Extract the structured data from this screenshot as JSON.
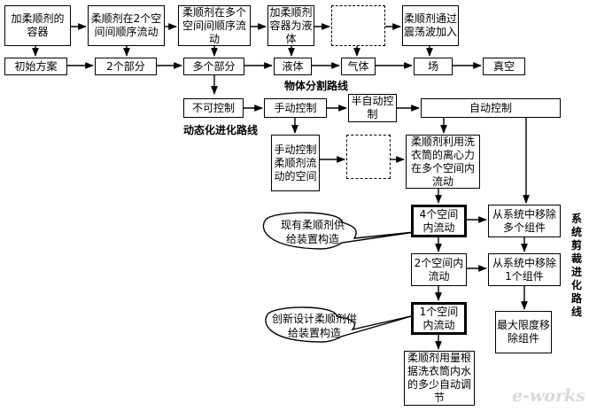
{
  "row1": [
    "加柔顺剂的容器",
    "柔顺剂在2个空间间顺序流动",
    "柔顺剂在多个空间间顺序流动",
    "加柔顺剂容器为液体",
    "",
    "柔顺剂通过震荡波加入"
  ],
  "row2": [
    "初始方案",
    "2个部分",
    "多个部分",
    "液体",
    "气体",
    "场",
    "真空"
  ],
  "label_split": "物体分割路线",
  "row3": [
    "不可控制",
    "手动控制",
    "半自动控制",
    "自动控制"
  ],
  "label_dynamic": "动态化进化路线",
  "mid": {
    "manual": "手动控制柔顺剂流动的空间",
    "dashed": "",
    "centrifugal": "柔顺剂利用洗衣筒的离心力在多个空间内流动"
  },
  "chain": [
    "4个空间内流动",
    "2个空间内流动",
    "1个空间内流动",
    "柔顺剂用量根据洗衣筒内水的多少自动调节"
  ],
  "trim": [
    "从系统中移除多个组件",
    "从系统中移除1个组件",
    "最大限度移除组件"
  ],
  "label_trim": "系统剪裁进化路线",
  "bubble1": "现有柔顺剂供给装置构造",
  "bubble2": "创新设计柔顺剂供给装置构造",
  "watermark": "e-works"
}
